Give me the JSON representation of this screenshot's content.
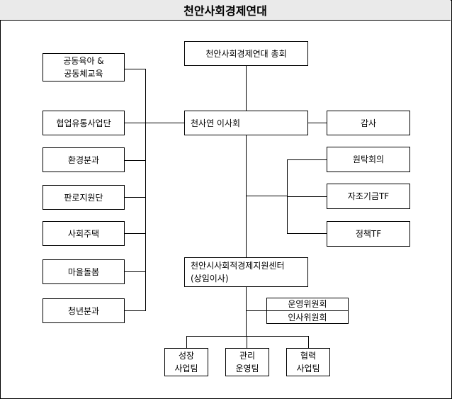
{
  "title": "천안사회경제연대",
  "nodes": {
    "general_assembly": "천안사회경제연대 총회",
    "board": "천사연 이사회",
    "audit": "감사",
    "trust_committee": "원탁회의",
    "self_help_fund_tf": "자조기금TF",
    "policy_tf": "정책TF",
    "center_line1": "천안시사회적경제지원센터",
    "center_line2": "(상임이사)",
    "steering_committee": "운영위원회",
    "personnel_committee": "인사위원회",
    "growth_team_l1": "성장",
    "growth_team_l2": "사업팀",
    "management_team_l1": "관리",
    "management_team_l2": "운영팀",
    "cooperation_team_l1": "협력",
    "cooperation_team_l2": "사업팀"
  },
  "left_units": [
    {
      "line1": "공동육아 &",
      "line2": "공동체교육"
    },
    {
      "line1": "협업유통사업단"
    },
    {
      "line1": "환경분과"
    },
    {
      "line1": "판로지원단"
    },
    {
      "line1": "사회주택"
    },
    {
      "line1": "마을돌봄"
    },
    {
      "line1": "청년분과"
    }
  ]
}
